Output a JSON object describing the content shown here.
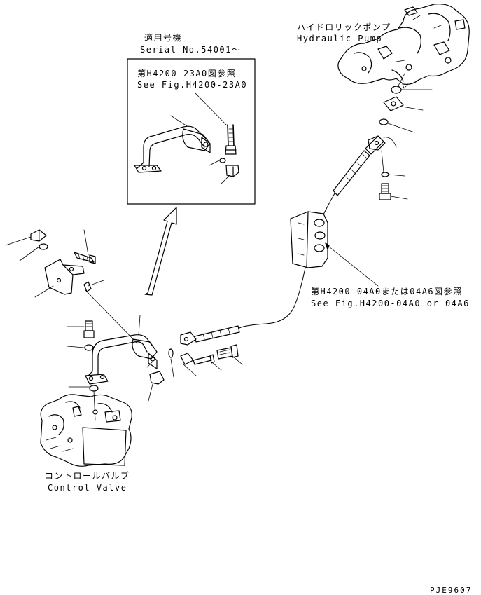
{
  "serial_block": {
    "title_jp": "適用号機",
    "serial": "Serial No.54001～",
    "ref_jp": "第H4200-23A0図参照",
    "ref_en": "See Fig.H4200-23A0"
  },
  "hydraulic_pump": {
    "label_jp": "ハイドロリックポンプ",
    "label_en": "Hydraulic Pump"
  },
  "reference_right": {
    "ref_jp": "第H4200-04A0または04A6図参照",
    "ref_en": "See Fig.H4200-04A0 or 04A6"
  },
  "control_valve": {
    "label_jp": "コントロールバルブ",
    "label_en": "Control Valve"
  },
  "drawing_code": "PJE9607"
}
